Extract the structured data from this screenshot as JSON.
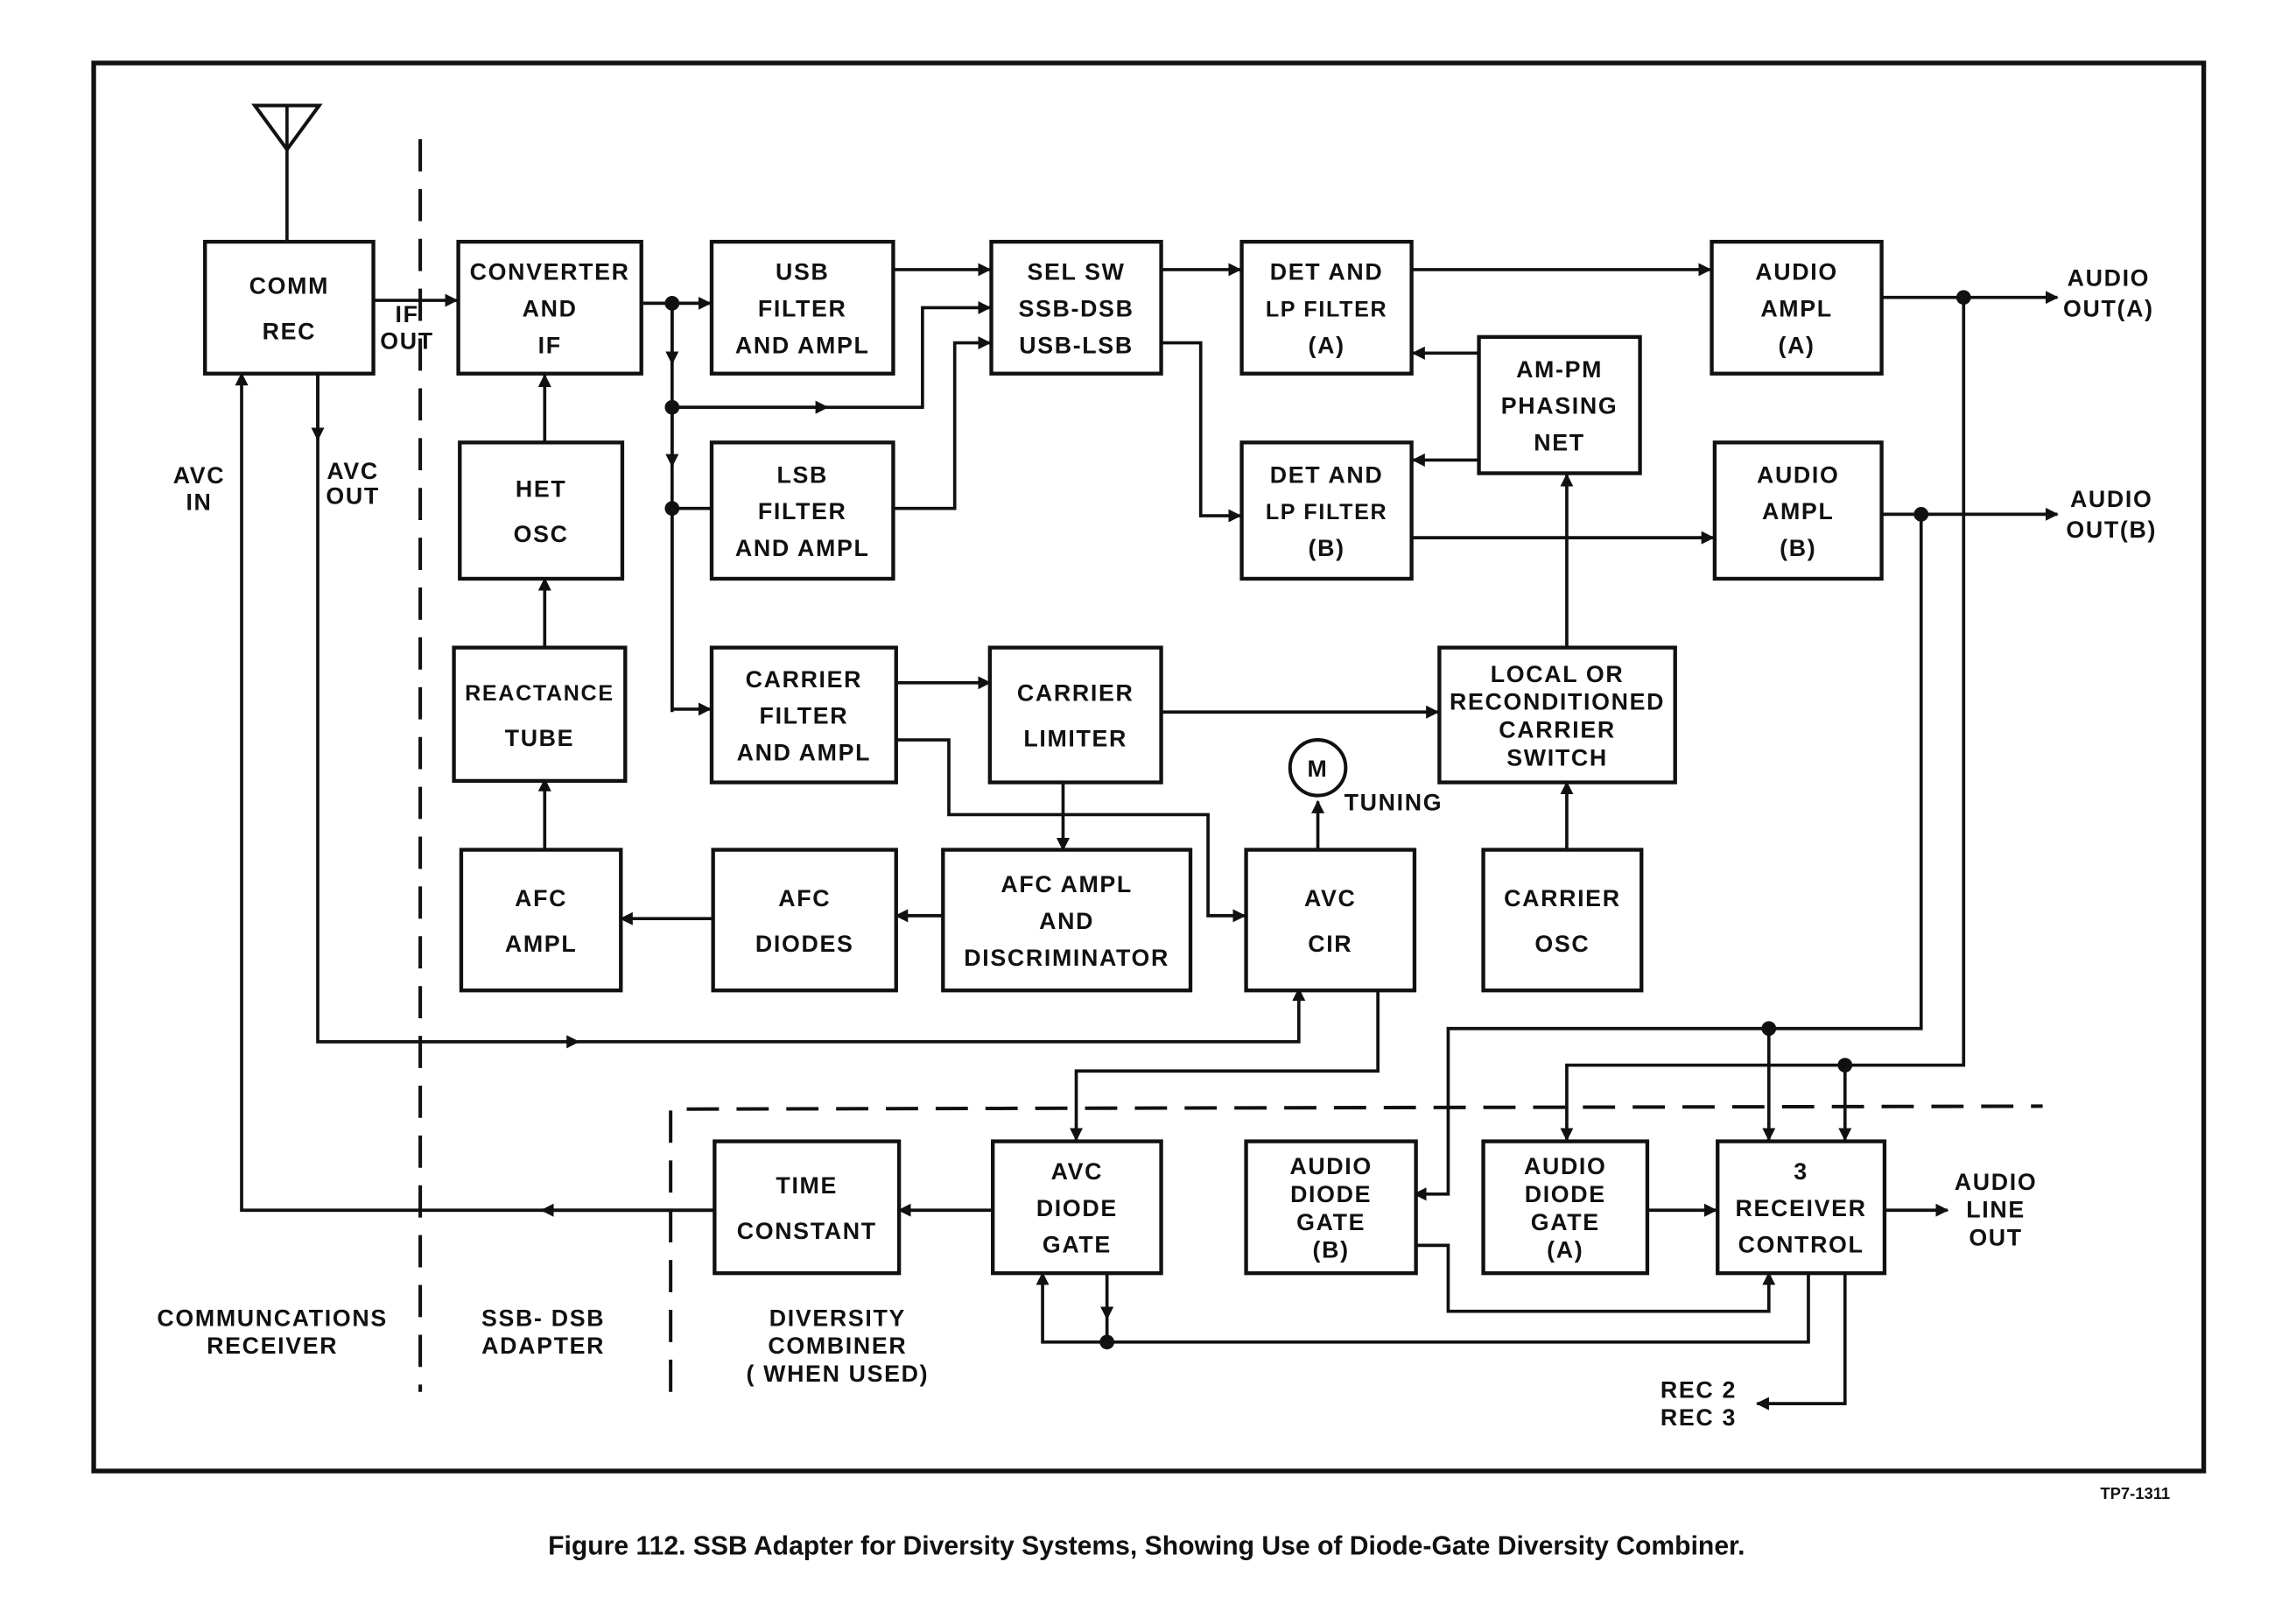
{
  "figure": {
    "caption": "Figure 112.    SSB Adapter for Diversity Systems, Showing Use of Diode-Gate Diversity Combiner.",
    "drawing_number": "TP7-1311"
  },
  "colors": {
    "ink": "#111111",
    "paper": "#ffffff"
  },
  "blocks": {
    "comm_rec": [
      "COMM",
      "REC"
    ],
    "converter": [
      "CONVERTER",
      "AND",
      "IF"
    ],
    "usb_filter": [
      "USB",
      "FILTER",
      "AND  AMPL"
    ],
    "sel_sw": [
      "SEL SW",
      "SSB-DSB",
      "USB-LSB"
    ],
    "det_a": [
      "DET  AND",
      "LP FILTER",
      "(A)"
    ],
    "audio_ampl_a": [
      "AUDIO",
      "AMPL",
      "(A)"
    ],
    "am_pm": [
      "AM-PM",
      "PHASING",
      "NET"
    ],
    "het_osc": [
      "HET",
      "OSC"
    ],
    "lsb_filter": [
      "LSB",
      "FILTER",
      "AND  AMPL"
    ],
    "det_b": [
      "DET  AND",
      "LP FILTER",
      "(B)"
    ],
    "audio_ampl_b": [
      "AUDIO",
      "AMPL",
      "(B)"
    ],
    "reactance": [
      "REACTANCE",
      "TUBE"
    ],
    "carrier_filter": [
      "CARRIER",
      "FILTER",
      "AND  AMPL"
    ],
    "carrier_limiter": [
      "CARRIER",
      "LIMITER"
    ],
    "local_switch": [
      "LOCAL OR",
      "RECONDITIONED",
      "CARRIER",
      "SWITCH"
    ],
    "afc_ampl": [
      "AFC",
      "AMPL"
    ],
    "afc_diodes": [
      "AFC",
      "DIODES"
    ],
    "afc_disc": [
      "AFC AMPL",
      "AND",
      "DISCRIMINATOR"
    ],
    "avc_cir": [
      "AVC",
      "CIR"
    ],
    "carrier_osc": [
      "CARRIER",
      "OSC"
    ],
    "time_constant": [
      "TIME",
      "CONSTANT"
    ],
    "avc_diode_gate": [
      "AVC",
      "DIODE",
      "GATE"
    ],
    "audio_gate_b": [
      "AUDIO",
      "DIODE",
      "GATE",
      "(B)"
    ],
    "audio_gate_a": [
      "AUDIO",
      "DIODE",
      "GATE",
      "(A)"
    ],
    "rx_control": [
      "3",
      "RECEIVER",
      "CONTROL"
    ]
  },
  "labels": {
    "if_out": [
      "IF",
      "OUT"
    ],
    "avc_in": [
      "AVC",
      "IN"
    ],
    "avc_out": [
      "AVC",
      "OUT"
    ],
    "audio_out_a": [
      "AUDIO",
      "OUT(A)"
    ],
    "audio_out_b": [
      "AUDIO",
      "OUT(B)"
    ],
    "audio_line_out": [
      "AUDIO",
      "LINE",
      "OUT"
    ],
    "rec_23": [
      "REC 2",
      "REC 3"
    ],
    "tuning": "TUNING",
    "motor": "M"
  },
  "sections": {
    "comm_receiver": [
      "COMMUNCATIONS",
      "RECEIVER"
    ],
    "ssb_adapter": [
      "SSB- DSB",
      "ADAPTER"
    ],
    "diversity": [
      "DIVERSITY",
      "COMBINER",
      "( WHEN  USED)"
    ]
  }
}
